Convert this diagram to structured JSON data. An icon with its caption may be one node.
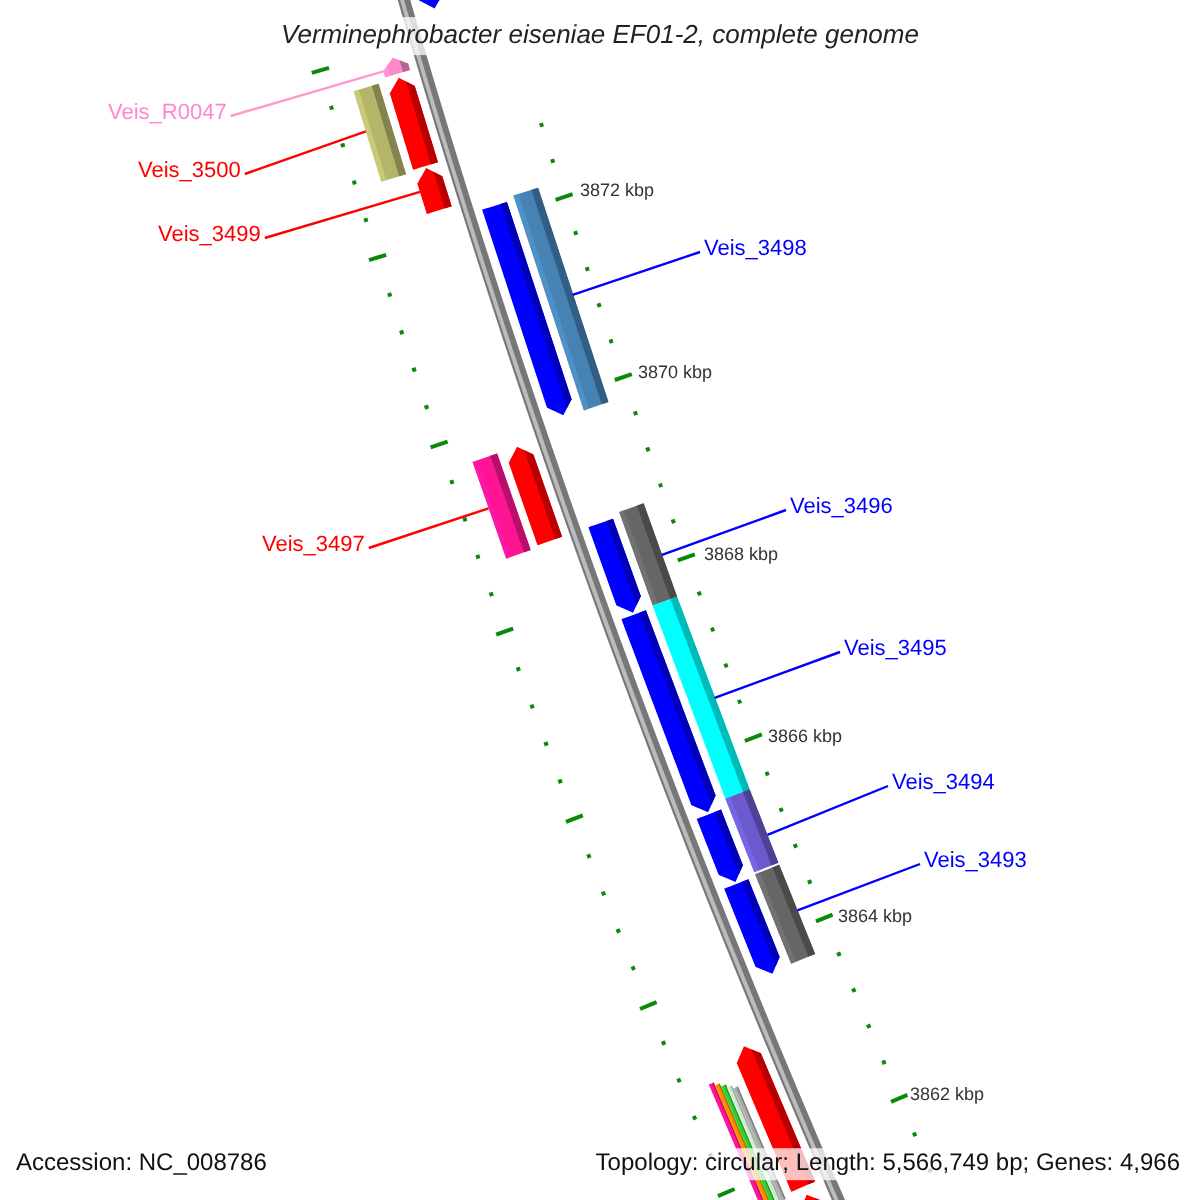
{
  "diagram": {
    "title": "Verminephrobacter eiseniae EF01-2, complete genome",
    "nodes": [
      {
        "text": [
          "Veis_R0047"
        ]
      },
      {
        "text": [],
        "shape": "pentagon"
      },
      {
        "text": [
          "Veis_3500"
        ]
      },
      {
        "text": [],
        "shape": "bar"
      },
      {
        "text": [
          "Veis_3499"
        ]
      },
      {
        "text": [],
        "shape": "pentagon"
      },
      {
        "text": [
          "Veis_3498"
        ]
      },
      {
        "text": [],
        "shape": "bar"
      },
      {
        "text": [
          "Veis_3497"
        ]
      },
      {
        "text": [],
        "shape": "bar"
      },
      {
        "text": [
          "Veis_3496"
        ]
      },
      {
        "text": [],
        "shape": "bar"
      },
      {
        "text": [
          "Veis_3495"
        ]
      },
      {
        "text": [],
        "shape": "bar"
      },
      {
        "text": [
          "Veis_3494"
        ]
      },
      {
        "text": [],
        "shape": "bar"
      },
      {
        "text": [
          "Veis_3493"
        ]
      },
      {
        "text": [],
        "shape": "bar"
      }
    ],
    "edges": [
      {
        "from": 0,
        "to": 1,
        "arrow": "none",
        "color": "#ff99cc"
      },
      {
        "from": 2,
        "to": 3,
        "arrow": "none",
        "color": "#ff0000"
      },
      {
        "from": 4,
        "to": 5,
        "arrow": "none",
        "color": "#ff0000"
      },
      {
        "from": 6,
        "to": 7,
        "arrow": "none"
      },
      {
        "from": 8,
        "to": 9,
        "arrow": "none",
        "color": "#ff0000"
      },
      {
        "from": 10,
        "to": 11,
        "arrow": "none"
      },
      {
        "from": 12,
        "to": 13,
        "arrow": "none"
      },
      {
        "from": 14,
        "to": 15,
        "arrow": "none"
      },
      {
        "from": 16,
        "to": 17,
        "arrow": "none"
      }
    ],
    "labels": [
      "3872 kbp",
      "3870 kbp",
      "3868 kbp",
      "3866 kbp",
      "3864 kbp",
      "3862 kbp",
      "Accession: NC_008786",
      "Topology: circular; Length: 5,566,749 bp; Genes: 4,966"
    ]
  }
}
